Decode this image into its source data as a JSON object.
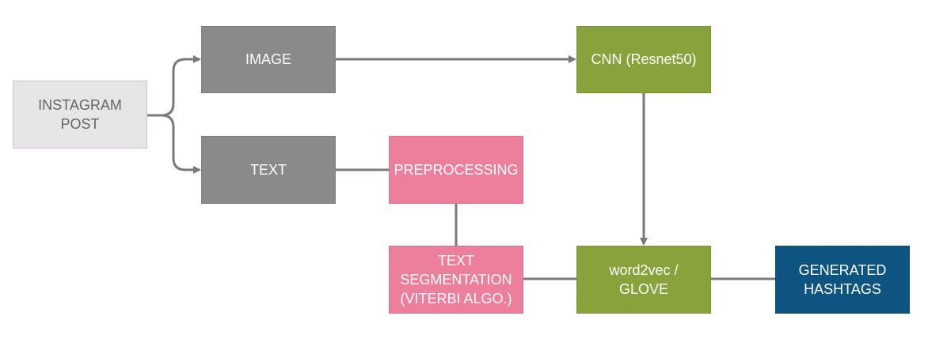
{
  "diagram": {
    "colors": {
      "input": "#e8e5e8",
      "branch": "#8a8a8a",
      "text_processing": "#ec7f9b",
      "model": "#88a23c",
      "output": "#0e5480",
      "connector": "#7a7a7a"
    },
    "nodes": {
      "instagram_post": "INSTAGRAM\nPOST",
      "image": "IMAGE",
      "text": "TEXT",
      "preprocessing": "PREPROCESSING",
      "cnn": "CNN (Resnet50)",
      "text_segmentation": "TEXT\nSEGMENTATION\n(VITERBI ALGO.)",
      "word2vec": "word2vec /\nGLOVE",
      "generated_hashtags": "GENERATED\nHASHTAGS"
    },
    "edges": [
      {
        "from": "instagram_post",
        "to": "image",
        "arrow": true
      },
      {
        "from": "instagram_post",
        "to": "text",
        "arrow": true
      },
      {
        "from": "image",
        "to": "cnn",
        "arrow": true
      },
      {
        "from": "text",
        "to": "preprocessing",
        "arrow": false
      },
      {
        "from": "preprocessing",
        "to": "text_segmentation",
        "arrow": false
      },
      {
        "from": "cnn",
        "to": "word2vec",
        "arrow": true
      },
      {
        "from": "text_segmentation",
        "to": "word2vec",
        "arrow": false
      },
      {
        "from": "word2vec",
        "to": "generated_hashtags",
        "arrow": false
      }
    ]
  }
}
